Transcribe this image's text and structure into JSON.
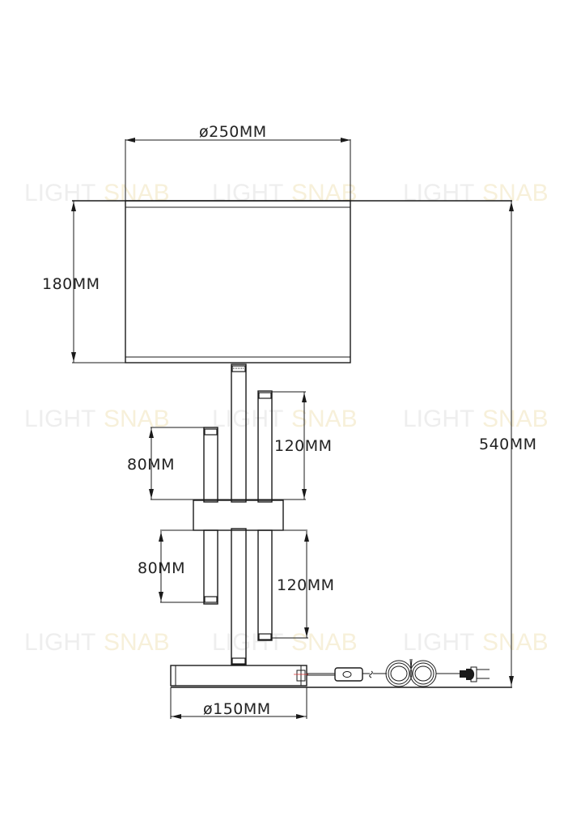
{
  "watermark": {
    "word1": "LIGHT",
    "word2": "SNAB",
    "color1": "#ececec",
    "color2": "#f7f1dc",
    "rows": [
      238,
      517,
      793
    ],
    "cols": [
      30,
      262,
      498
    ]
  },
  "drawing": {
    "title": "Table lamp dimension drawing",
    "line_color": "#1a1a1a",
    "dimensions": {
      "shade_diameter": "ø250MM",
      "shade_height": "180MM",
      "total_height": "540MM",
      "upper_short_rod": "80MM",
      "upper_long_rod": "120MM",
      "lower_short_rod": "80MM",
      "lower_long_rod": "120MM",
      "base_diameter": "ø150MM"
    },
    "parts": [
      "lampshade",
      "central-column",
      "upper-rods",
      "connector-ring",
      "lower-rods",
      "base",
      "power-cord",
      "inline-switch",
      "coiled-cable",
      "plug"
    ]
  }
}
